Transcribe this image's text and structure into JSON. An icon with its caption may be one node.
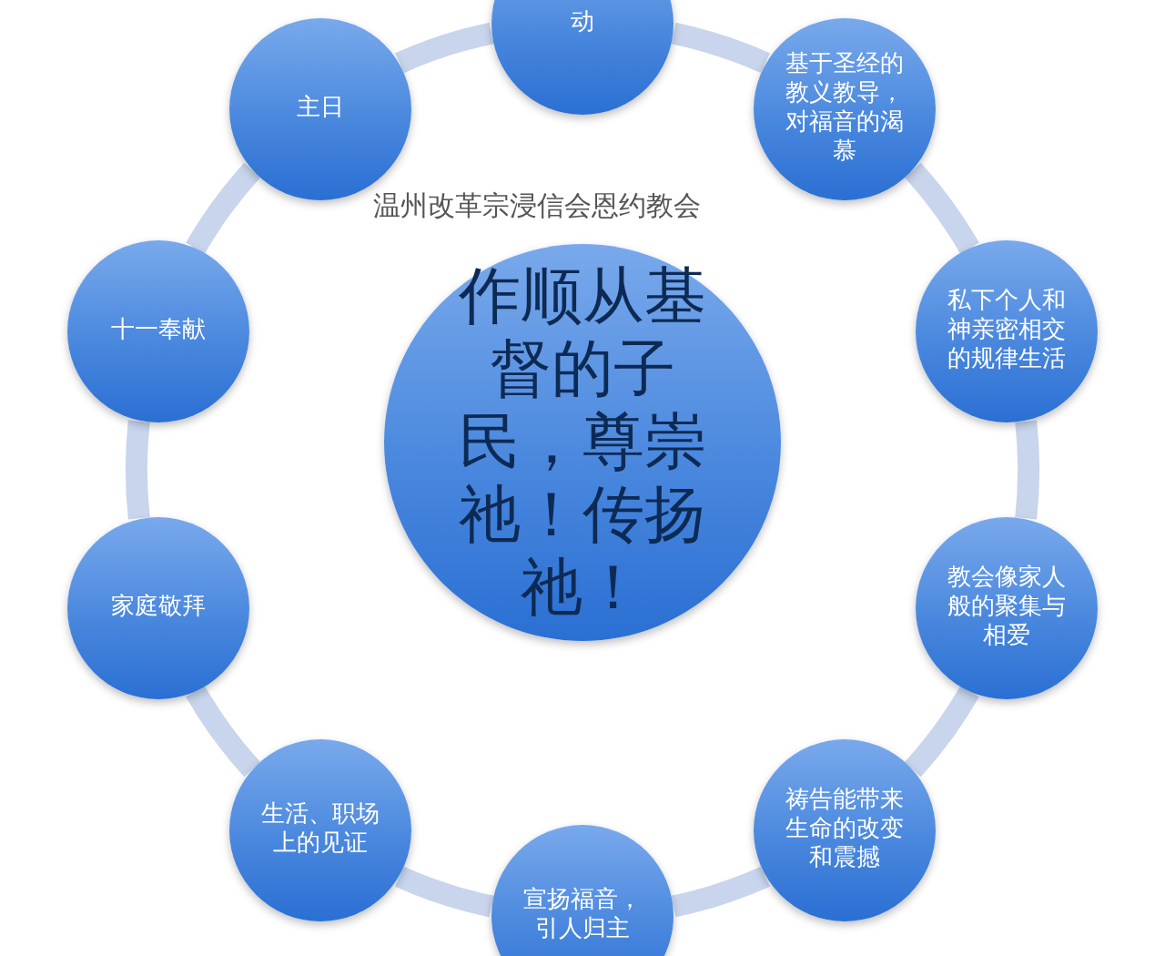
{
  "diagram": {
    "title": "温州改革宗浸信会恩约教会",
    "nodes": [
      {
        "text": [
          "动"
        ]
      },
      {
        "text": [
          "基于圣经的教义教导，对福音的渴慕"
        ]
      },
      {
        "text": [
          "私下个人和神亲密相交的规律生活"
        ]
      },
      {
        "text": [
          "教会像家人般的聚集与相爱"
        ]
      },
      {
        "text": [
          "祷告能带来生命的改变和震撼"
        ]
      },
      {
        "text": [
          "宣扬福音，引人归主"
        ]
      },
      {
        "text": [
          "生活、职场上的见证"
        ]
      },
      {
        "text": [
          "家庭敬拜"
        ]
      },
      {
        "text": [
          "十一奉献"
        ]
      },
      {
        "text": [
          "主日"
        ]
      },
      {
        "text": [
          "作顺从基督的子民，尊崇祂！传扬祂！"
        ]
      }
    ],
    "edges": [
      {
        "from": 0,
        "to": 1,
        "arrow": "none"
      },
      {
        "from": 1,
        "to": 2,
        "arrow": "none"
      },
      {
        "from": 2,
        "to": 3,
        "arrow": "none"
      },
      {
        "from": 3,
        "to": 4,
        "arrow": "none"
      },
      {
        "from": 4,
        "to": 5,
        "arrow": "none"
      },
      {
        "from": 5,
        "to": 6,
        "arrow": "none"
      },
      {
        "from": 6,
        "to": 7,
        "arrow": "none"
      },
      {
        "from": 7,
        "to": 8,
        "arrow": "none"
      },
      {
        "from": 8,
        "to": 9,
        "arrow": "none"
      },
      {
        "from": 9,
        "to": 0,
        "arrow": "none"
      }
    ]
  }
}
